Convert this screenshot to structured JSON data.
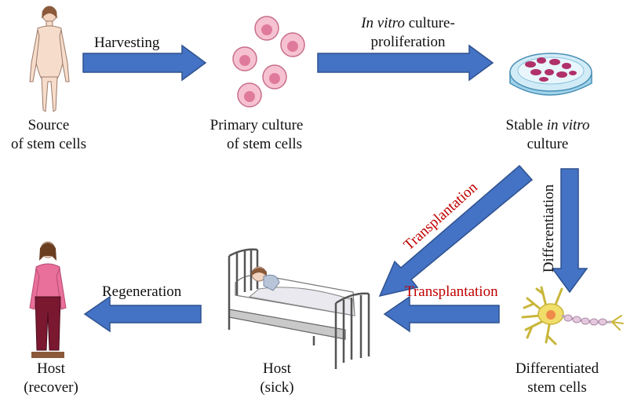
{
  "stages": {
    "source": {
      "line1": "Source",
      "line2": "of stem cells"
    },
    "primary": {
      "line1": "Primary culture",
      "line2": "of stem cells"
    },
    "stable": {
      "prefix": "Stable ",
      "italic": "in vitro",
      "line2": "culture"
    },
    "differentiated": {
      "line1": "Differentiated",
      "line2": "stem cells"
    },
    "host_sick": {
      "line1": "Host",
      "line2": "(sick)"
    },
    "host_recover": {
      "line1": "Host",
      "line2": "(recover)"
    }
  },
  "arrows": {
    "harvesting": "Harvesting",
    "culture_italic": "In vitro",
    "culture_rest": " culture-",
    "culture_line2": "proliferation",
    "differentiation": "Differentiation",
    "transplantation_diag": "Transplantation",
    "transplantation_horiz": "Transplantation",
    "regeneration": "Regeneration"
  },
  "colors": {
    "arrow_fill": "#4472c4",
    "arrow_stroke": "#2f528f",
    "red_text": "#c00000",
    "cell": "#e58fa9",
    "dish_cell": "#b0306a",
    "shirt": "#e8709a",
    "pants": "#7a1830"
  }
}
